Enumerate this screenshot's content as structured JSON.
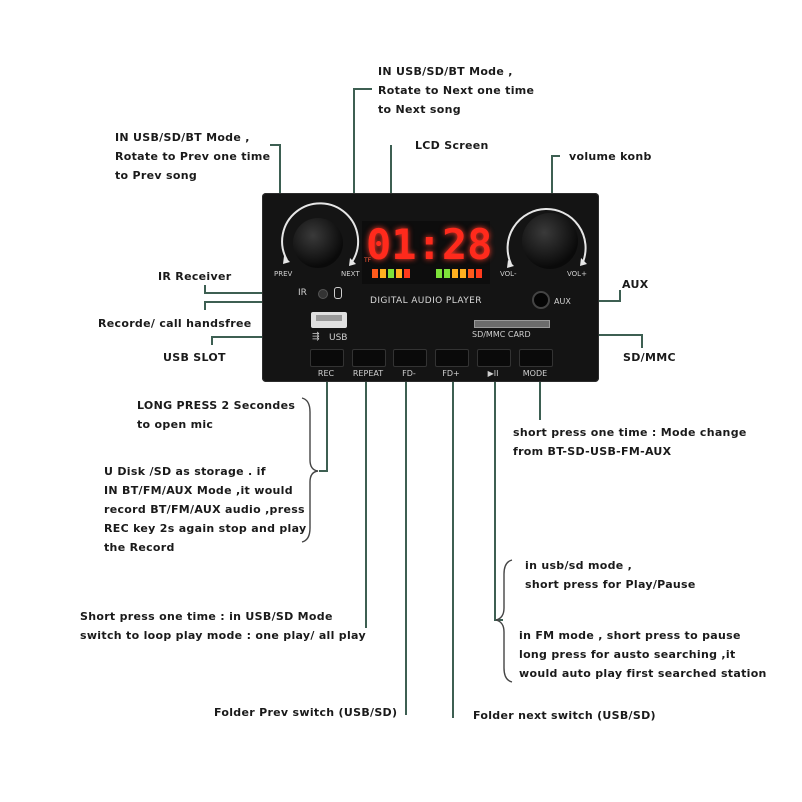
{
  "board": {
    "lcd_time": "01:28",
    "lcd_tag": "TF",
    "title": "DIGITAL AUDIO PLAYER",
    "prev": "PREV",
    "next": "NEXT",
    "vol_minus": "VOL-",
    "vol_plus": "VOL+",
    "ir": "IR",
    "usb": "USB",
    "aux": "AUX",
    "sd_card": "SD/MMC CARD",
    "buttons": [
      "REC",
      "REPEAT",
      "FD-",
      "FD+",
      "▶II",
      "MODE"
    ]
  },
  "callouts": {
    "next_song": [
      "IN USB/SD/BT Mode ,",
      "Rotate to Next one time",
      "to Next song"
    ],
    "prev_song": [
      "IN USB/SD/BT Mode ,",
      "Rotate to Prev one time",
      "to Prev song"
    ],
    "lcd": "LCD Screen",
    "volume": "volume konb",
    "ir_receiver": "IR Receiver",
    "aux": "AUX",
    "record": "Recorde/ call handsfree",
    "usb_slot": "USB SLOT",
    "sd_mmc": "SD/MMC",
    "rec_mic": [
      "LONG PRESS 2 Secondes",
      "to open mic"
    ],
    "rec_storage": [
      "U Disk /SD as storage . if",
      "IN BT/FM/AUX Mode ,it would",
      "record BT/FM/AUX audio ,press",
      "REC key 2s again stop and play",
      "the Record"
    ],
    "mode": [
      "short press one time : Mode change",
      "from BT-SD-USB-FM-AUX"
    ],
    "play_usb": [
      "in usb/sd mode ,",
      "short press for Play/Pause"
    ],
    "play_fm": [
      "in FM mode , short press to pause",
      "long press for austo searching ,it",
      "would auto play first searched station"
    ],
    "repeat": [
      "Short press one time : in USB/SD Mode",
      "switch to loop play mode : one play/ all play"
    ],
    "folder_prev": "Folder Prev switch (USB/SD)",
    "folder_next": "Folder next switch (USB/SD)"
  },
  "colors": {
    "leader": "#3d5f52",
    "lcd_red": "#ff2a1c",
    "board": "#141414"
  }
}
